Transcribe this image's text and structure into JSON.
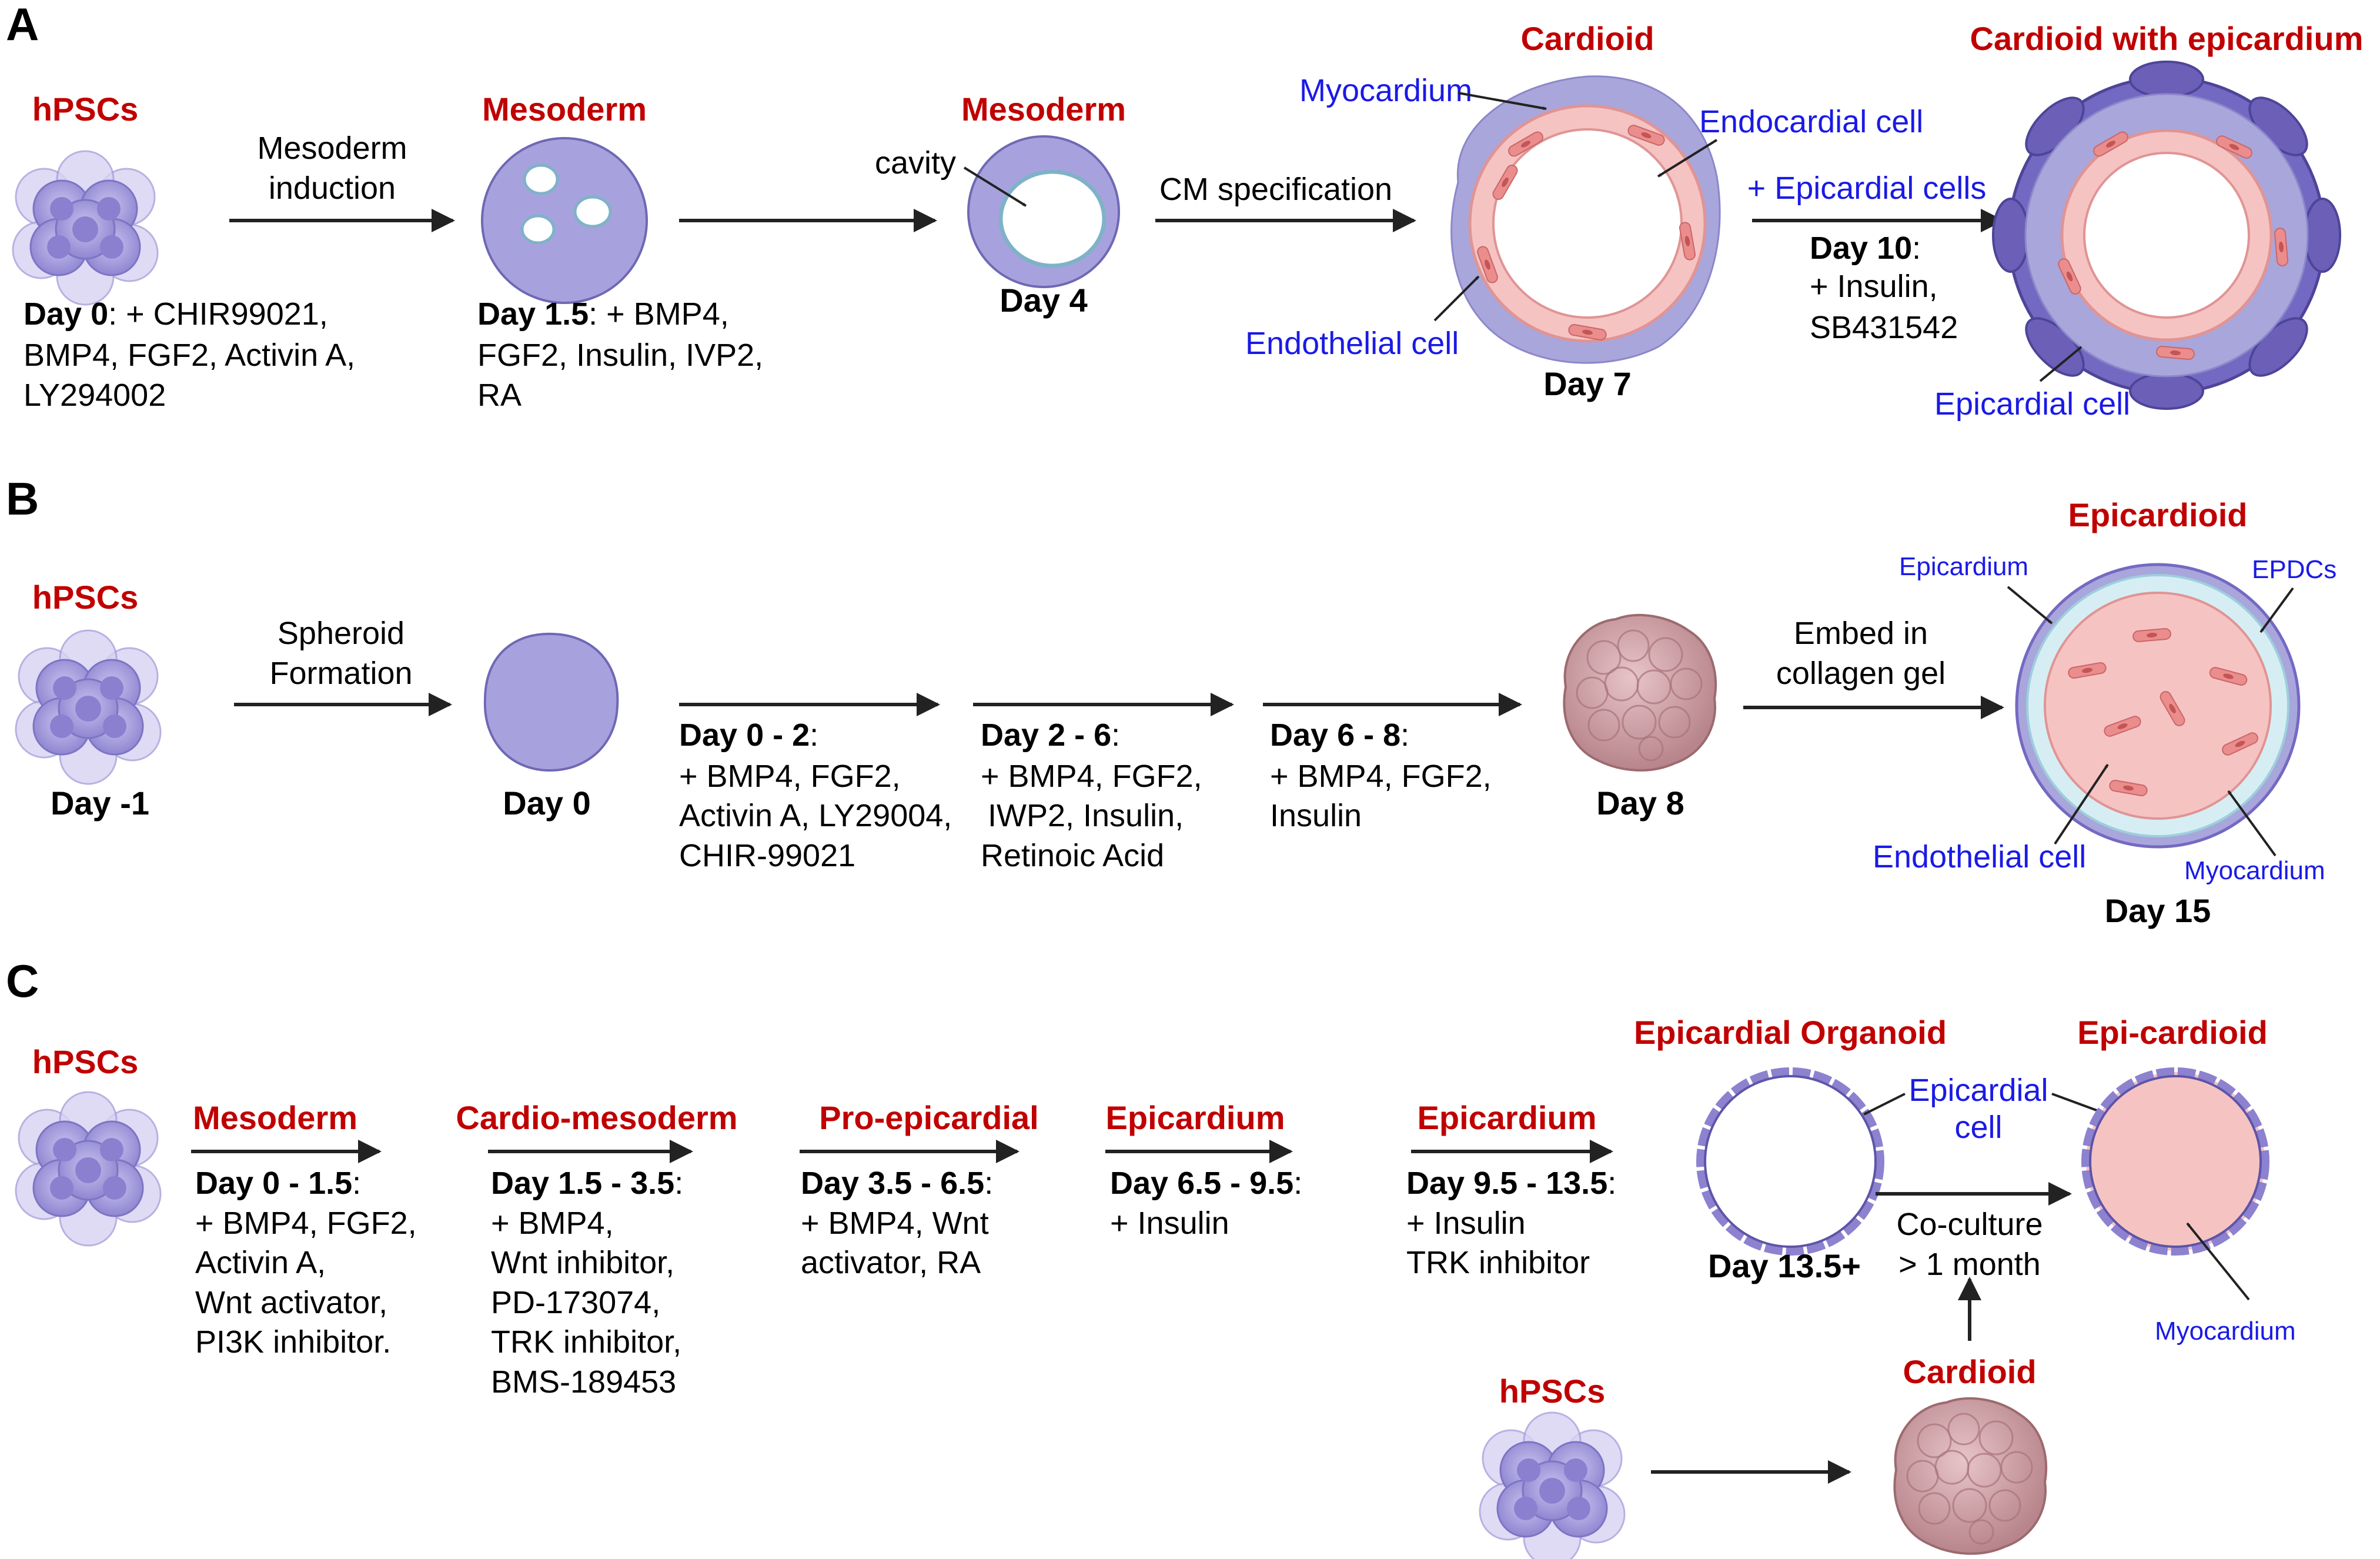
{
  "panels": {
    "a": "A",
    "b": "B",
    "c": "C"
  },
  "colors": {
    "stage_red": "#c00000",
    "label_blue": "#1a1ae6",
    "arrow": "#222222",
    "cell_purple": "#9f97d9",
    "myocardium_fill": "#a9a6dc",
    "endocardium_pink": "#f6c3c3",
    "epicardium_dark": "#6b5fb8",
    "organoid_pink": "#c99a9f"
  },
  "icons": [
    "hpsc-cluster-icon",
    "mesoderm-spheroid-icon",
    "cardioid-ring-icon",
    "organoid-blob-icon"
  ],
  "panel_a": {
    "hpscs": "hPSCs",
    "induction": [
      "Mesoderm",
      "induction"
    ],
    "day0": {
      "bold": "Day 0",
      "rest": ": + CHIR99021,",
      "lines": [
        "BMP4, FGF2, Activin A,",
        "LY294002"
      ]
    },
    "mesoderm1": "Mesoderm",
    "day15": {
      "bold": "Day 1.5",
      "rest": ": + BMP4,",
      "lines": [
        "FGF2, Insulin, IVP2,",
        "RA"
      ]
    },
    "mesoderm2": "Mesoderm",
    "cavity": "cavity",
    "day4": "Day 4",
    "cm_spec": "CM specification",
    "cardioid": "Cardioid",
    "myocardium": "Myocardium",
    "endocardial": "Endocardial cell",
    "endothelial": "Endothelial cell",
    "day7": "Day 7",
    "epi_cells": "+ Epicardial cells",
    "day10": {
      "bold": "Day 10",
      "rest": ":",
      "lines": [
        "+ Insulin,",
        "SB431542"
      ]
    },
    "cardioid_epi": "Cardioid with epicardium",
    "epicardial_cell": "Epicardial cell"
  },
  "panel_b": {
    "hpscs": "hPSCs",
    "day_m1": "Day -1",
    "spheroid": [
      "Spheroid",
      "Formation"
    ],
    "day0": "Day 0",
    "s1": {
      "bold": "Day 0 - 2",
      "rest": ":",
      "lines": [
        "+ BMP4, FGF2,",
        "Activin A, LY29004,",
        "CHIR-99021"
      ]
    },
    "s2": {
      "bold": "Day 2 - 6",
      "rest": ":",
      "lines": [
        "+ BMP4, FGF2,",
        "IWP2, Insulin,",
        "Retinoic Acid"
      ]
    },
    "s3": {
      "bold": "Day 6 - 8",
      "rest": ":",
      "lines": [
        "+ BMP4, FGF2,",
        "Insulin"
      ]
    },
    "day8": "Day 8",
    "embed": [
      "Embed in",
      "collagen gel"
    ],
    "epicardioid": "Epicardioid",
    "epicardium": "Epicardium",
    "epdcs": "EPDCs",
    "endothelial": "Endothelial cell",
    "myocardium": "Myocardium",
    "day15": "Day 15"
  },
  "panel_c": {
    "hpscs": "hPSCs",
    "stages": [
      {
        "title": "Mesoderm",
        "bold": "Day 0 - 1.5",
        "lines": [
          "+ BMP4, FGF2,",
          "Activin A,",
          "Wnt activator,",
          "PI3K inhibitor."
        ]
      },
      {
        "title": "Cardio-mesoderm",
        "bold": "Day 1.5 - 3.5",
        "lines": [
          "+ BMP4,",
          "Wnt inhibitor,",
          "PD-173074,",
          "TRK inhibitor,",
          "BMS-189453"
        ]
      },
      {
        "title": "Pro-epicardial",
        "bold": "Day 3.5 - 6.5",
        "lines": [
          "+ BMP4, Wnt",
          "activator, RA"
        ]
      },
      {
        "title": "Epicardium",
        "bold": "Day 6.5 - 9.5",
        "lines": [
          "+ Insulin"
        ]
      },
      {
        "title": "Epicardium",
        "bold": "Day 9.5 - 13.5",
        "lines": [
          "+ Insulin",
          "TRK inhibitor"
        ]
      }
    ],
    "epi_organoid": "Epicardial Organoid",
    "epi_cell": [
      "Epicardial",
      "cell"
    ],
    "epi_cardioid": "Epi-cardioid",
    "day135": "Day 13.5+",
    "coculture": [
      "Co-culture",
      "> 1 month"
    ],
    "myocardium": "Myocardium",
    "hpscs2": "hPSCs",
    "cardioid": "Cardioid"
  }
}
